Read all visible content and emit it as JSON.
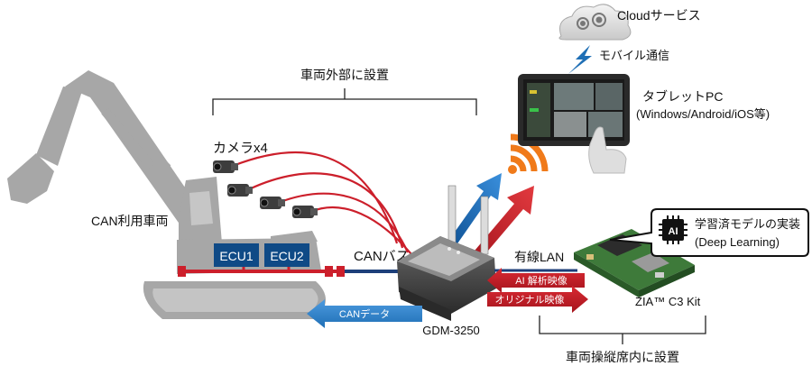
{
  "labels": {
    "cloud_service": "Cloudサービス",
    "mobile_comm": "モバイル通信",
    "vehicle_outside": "車両外部に設置",
    "tablet_title": "タブレットPC",
    "tablet_os": "(Windows/Android/iOS等)",
    "camera": "カメラx4",
    "can_vehicle": "CAN利用車両",
    "ecu1": "ECU1",
    "ecu2": "ECU2",
    "can_bus": "CANバス",
    "wired_lan": "有線LAN",
    "ai_model_title": "学習済モデルの実装",
    "ai_model_sub": "(Deep Learning)",
    "ai_chip_text": "AI",
    "ai_video": "AI 解析映像",
    "original_video": "オリジナル映像",
    "can_data": "CANデータ",
    "gdm": "GDM-3250",
    "zia_kit": "ZIA™ C3 Kit",
    "vehicle_cabin": "車両操縦席内に設置"
  },
  "colors": {
    "red": "#cc1f2b",
    "blue": "#1f6fb5",
    "navy": "#1d3f7a",
    "orange": "#f07a1a",
    "excavator": "#a7a7a7",
    "ecu": "#0f4a86"
  }
}
